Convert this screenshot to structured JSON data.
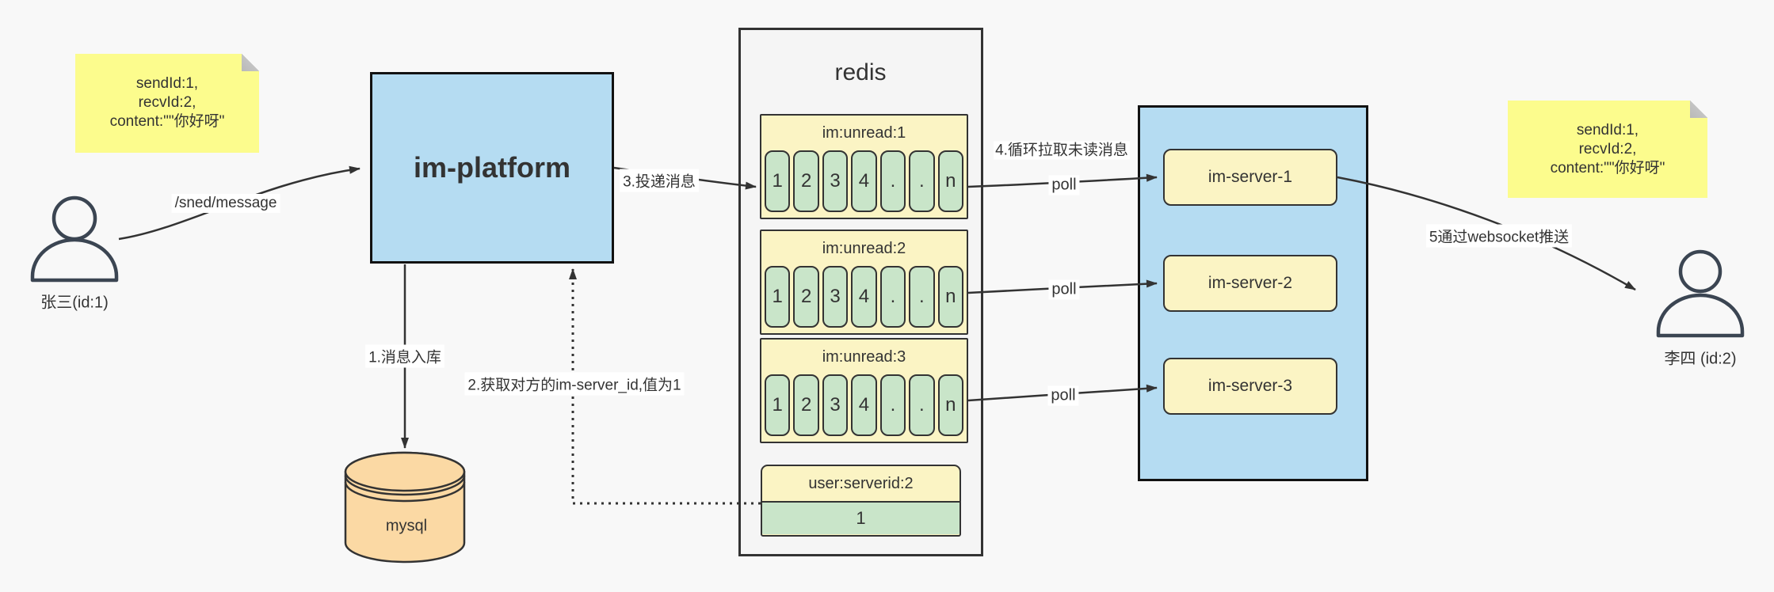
{
  "notes": {
    "left": {
      "lines": [
        "sendId:1,",
        "recvId:2,",
        "content:\"\"你好呀\""
      ]
    },
    "right": {
      "lines": [
        "sendId:1,",
        "recvId:2,",
        "content:\"\"你好呀\""
      ]
    }
  },
  "actors": {
    "sender": {
      "label": "张三(id:1)"
    },
    "receiver": {
      "label": "李四 (id:2)"
    }
  },
  "platform": {
    "label": "im-platform"
  },
  "database": {
    "label": "mysql"
  },
  "redis": {
    "title": "redis",
    "lists": [
      {
        "title": "im:unread:1",
        "cells": [
          "1",
          "2",
          "3",
          "4",
          ".",
          ".",
          "n"
        ]
      },
      {
        "title": "im:unread:2",
        "cells": [
          "1",
          "2",
          "3",
          "4",
          ".",
          ".",
          "n"
        ]
      },
      {
        "title": "im:unread:3",
        "cells": [
          "1",
          "2",
          "3",
          "4",
          ".",
          ".",
          "n"
        ]
      }
    ],
    "kv": {
      "title": "user:serverid:2",
      "value": "1"
    }
  },
  "servers": {
    "items": [
      {
        "label": "im-server-1"
      },
      {
        "label": "im-server-2"
      },
      {
        "label": "im-server-3"
      }
    ]
  },
  "edges": {
    "send": "/sned/message",
    "store": "1.消息入库",
    "get_server_id": "2.获取对方的im-server_id,值为1",
    "deliver": "3.投递消息",
    "poll_loop": "4.循环拉取未读消息",
    "poll": "poll",
    "push": "5通过websocket推送"
  },
  "colors": {
    "background": "#f8f8f8",
    "note_yellow": "#fcfc8d",
    "pale_yellow": "#fbf4c4",
    "green": "#c9e5c9",
    "blue": "#b5dcf2",
    "tan": "#fbd9a4",
    "stroke": "#333333",
    "actor_stroke": "#3b4552"
  }
}
